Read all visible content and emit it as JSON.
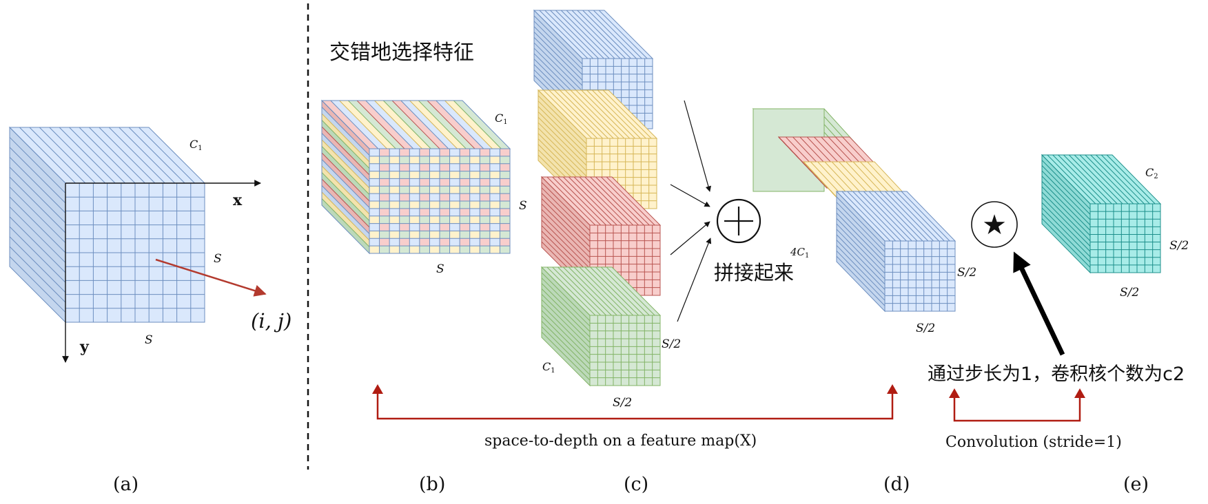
{
  "panels": {
    "a": {
      "caption": "(a)",
      "depth_label": "C",
      "depth_sub": "1",
      "axis_x": "x",
      "axis_y": "y",
      "side_label": "S",
      "bottom_label": "S",
      "point_label": "(i, j)"
    },
    "b": {
      "caption": "(b)",
      "title": "交错地选择特征",
      "depth_label": "C",
      "depth_sub": "1",
      "side_label": "S",
      "bottom_label": "S"
    },
    "c": {
      "caption": "(c)",
      "depth_label": "C",
      "depth_sub": "1",
      "side_label": "S/2",
      "bottom_label": "S/2"
    },
    "concat": {
      "symbol": "⊕",
      "label": "拼接起来"
    },
    "d": {
      "caption": "(d)",
      "depth_label": "4C",
      "depth_sub": "1",
      "side_label": "S/2",
      "bottom_label": "S/2"
    },
    "conv": {
      "symbol": "★",
      "note": "通过步长为1，卷积核个数为c2"
    },
    "e": {
      "caption": "(e)",
      "depth_label": "C",
      "depth_sub": "2",
      "side_label": "S/2",
      "bottom_label": "S/2"
    }
  },
  "bottom": {
    "space_to_depth_label": "space-to-depth on a feature map(X)",
    "convolution_label": "Convolution (stride=1)"
  },
  "colors": {
    "blue_fill": "#dae8fc",
    "blue_side": "#c4d6ee",
    "blue_stroke": "#6c8ebf",
    "yellow_fill": "#fff2cc",
    "yellow_side": "#f3e3ad",
    "yellow_stroke": "#d6b656",
    "red_fill": "#f8cecc",
    "red_side": "#eab6b3",
    "red_stroke": "#b85450",
    "green_fill": "#d5e8d4",
    "green_side": "#bcd9b9",
    "green_stroke": "#82b366",
    "teal_fill": "#a8ece8",
    "teal_side": "#8fdbd6",
    "teal_stroke": "#1c8f8b",
    "dark_red_arrow": "#b01c12",
    "ij_arrow": "#b33a2e"
  }
}
